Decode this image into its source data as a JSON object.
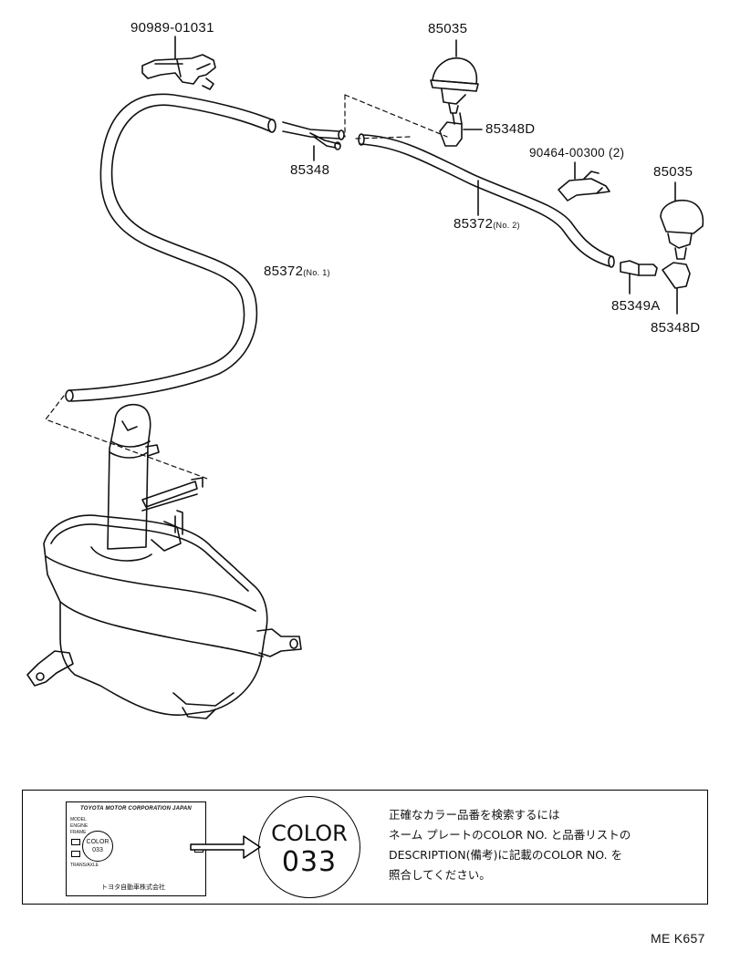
{
  "diagram": {
    "labels": {
      "clamp_top": "90989-01031",
      "nozzle_left": "85035",
      "nozzle_right": "85035",
      "connector_d_upper": "85348D",
      "connector_d_lower": "85348D",
      "clip_right": "90464-00300 (2)",
      "joint": "85348",
      "hose_no2": "85372",
      "hose_no2_suffix": "(No. 2)",
      "hose_no1": "85372",
      "hose_no1_suffix": "(No. 1)",
      "check_valve": "85349A"
    }
  },
  "note": {
    "plate": {
      "maker": "TOYOTA MOTOR CORPORATION JAPAN",
      "row_model": "MODEL",
      "row_engine": "ENGINE",
      "row_frame": "FRAME",
      "row_trans": "TRANS/AXLE",
      "circle_line1": "COLOR",
      "circle_line2": "033",
      "maker_jp": "トヨタ自動車株式会社"
    },
    "color_label": "COLOR",
    "color_code": "033",
    "text_lines": [
      "正確なカラー品番を検索するには",
      "ネーム プレートのCOLOR NO. と品番リストの",
      "DESCRIPTION(備考)に記載のCOLOR NO. を",
      "照合してください。"
    ]
  },
  "footer": {
    "code": "ME K657"
  }
}
